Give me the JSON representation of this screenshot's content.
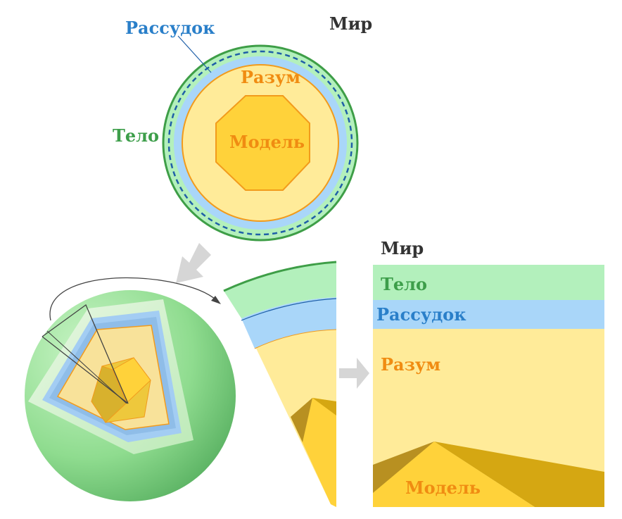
{
  "labels": {
    "world": "Мир",
    "body": "Тело",
    "reason": "Рассудок",
    "mind": "Разум",
    "model": "Модель"
  },
  "colors": {
    "body_fill": "#b3f0bc",
    "body_stroke": "#3e9e47",
    "reason_fill": "#a9d6f9",
    "reason_stroke": "#1f5fa8",
    "mind_fill": "#ffeb99",
    "mind_stroke": "#f29b1c",
    "model_fill": "#ffd23a",
    "model_dark": "#d5a712",
    "model_darker": "#b89021",
    "world_text": "#333333",
    "arrow_gray": "#d6d6d6"
  }
}
